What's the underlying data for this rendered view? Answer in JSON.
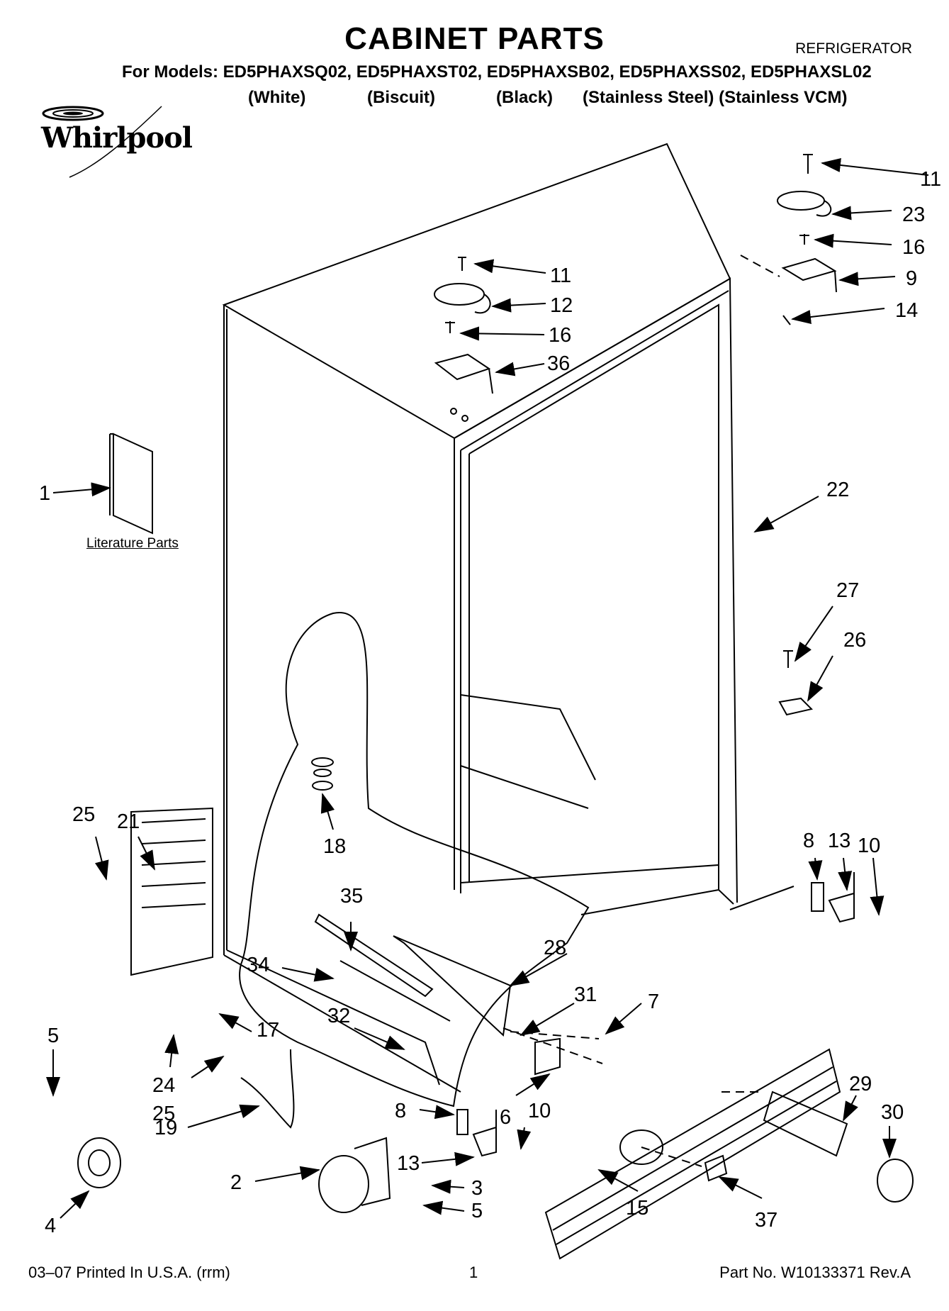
{
  "header": {
    "title": "CABINET PARTS",
    "appliance": "REFRIGERATOR",
    "models_line": "For Models: ED5PHAXSQ02, ED5PHAXST02, ED5PHAXSB02, ED5PHAXSS02, ED5PHAXSL02",
    "colors": [
      "(White)",
      "(Biscuit)",
      "(Black)",
      "(Stainless Steel) (Stainless VCM)"
    ]
  },
  "brand": {
    "logo_text": "Whirlpool"
  },
  "literature_label": "Literature Parts",
  "callouts": [
    {
      "id": "c11a",
      "text": "11"
    },
    {
      "id": "c23",
      "text": "23"
    },
    {
      "id": "c16a",
      "text": "16"
    },
    {
      "id": "c9",
      "text": "9"
    },
    {
      "id": "c14",
      "text": "14"
    },
    {
      "id": "c11b",
      "text": "11"
    },
    {
      "id": "c12",
      "text": "12"
    },
    {
      "id": "c16b",
      "text": "16"
    },
    {
      "id": "c36",
      "text": "36"
    },
    {
      "id": "c1",
      "text": "1"
    },
    {
      "id": "c22",
      "text": "22"
    },
    {
      "id": "c27",
      "text": "27"
    },
    {
      "id": "c26",
      "text": "26"
    },
    {
      "id": "c25a",
      "text": "25"
    },
    {
      "id": "c21",
      "text": "21"
    },
    {
      "id": "c18",
      "text": "18"
    },
    {
      "id": "c8a",
      "text": "8"
    },
    {
      "id": "c13a",
      "text": "13"
    },
    {
      "id": "c10a",
      "text": "10"
    },
    {
      "id": "c35",
      "text": "35"
    },
    {
      "id": "c28",
      "text": "28"
    },
    {
      "id": "c34",
      "text": "34"
    },
    {
      "id": "c31",
      "text": "31"
    },
    {
      "id": "c7",
      "text": "7"
    },
    {
      "id": "c17",
      "text": "17"
    },
    {
      "id": "c32",
      "text": "32"
    },
    {
      "id": "c5a",
      "text": "5"
    },
    {
      "id": "c24",
      "text": "24"
    },
    {
      "id": "c25b",
      "text": "25"
    },
    {
      "id": "c6",
      "text": "6"
    },
    {
      "id": "c29",
      "text": "29"
    },
    {
      "id": "c19",
      "text": "19"
    },
    {
      "id": "c8b",
      "text": "8"
    },
    {
      "id": "c10b",
      "text": "10"
    },
    {
      "id": "c30",
      "text": "30"
    },
    {
      "id": "c13b",
      "text": "13"
    },
    {
      "id": "c4",
      "text": "4"
    },
    {
      "id": "c2",
      "text": "2"
    },
    {
      "id": "c3",
      "text": "3"
    },
    {
      "id": "c15",
      "text": "15"
    },
    {
      "id": "c37",
      "text": "37"
    },
    {
      "id": "c5b",
      "text": "5"
    }
  ],
  "footer": {
    "print_info": "03–07 Printed In U.S.A. (rrm)",
    "page_number": "1",
    "part_number": "Part No. W10133371 Rev.A"
  }
}
